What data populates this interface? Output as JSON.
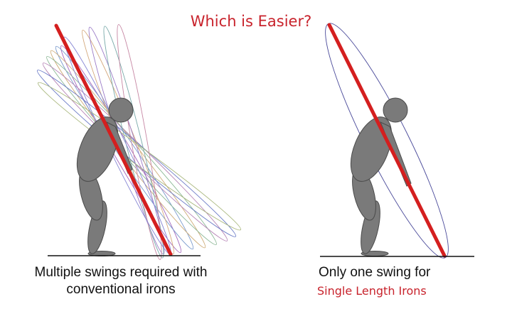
{
  "title": "Which is Easier?",
  "colors": {
    "accent_red": "#c8232c",
    "club_red": "#d41f1f",
    "figure_gray": "#7a7a7a",
    "figure_outline": "#4a4a4a",
    "ground": "#111111",
    "single_swing_ellipse": "#4a4a9a"
  },
  "panels": [
    {
      "id": "left",
      "caption_line1": "Multiple swings required with",
      "caption_line2": "conventional irons",
      "swing_plane_colors": [
        "#9b59b6",
        "#6a8fc7",
        "#c9a46a",
        "#7fb08a",
        "#b07ab0",
        "#5a6cc0",
        "#d0a070",
        "#8e6ac0",
        "#6aa0a0",
        "#c07a9a",
        "#7a7ad0",
        "#a0b070"
      ]
    },
    {
      "id": "right",
      "caption_line1": "Only one swing for",
      "caption_line2": "Single Length Irons"
    }
  ]
}
